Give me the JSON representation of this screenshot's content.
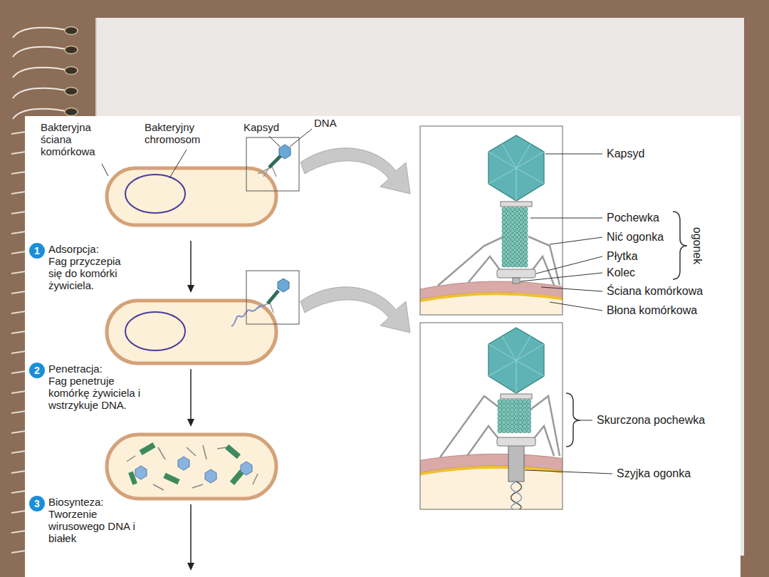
{
  "diagram": {
    "nodes": [
      {
        "text": [
          "1"
        ]
      },
      {
        "text": [
          "2"
        ]
      },
      {
        "text": [
          "3"
        ]
      }
    ],
    "labels": [
      "Bakteryjna ściana komórkowa",
      "Bakteryjny chromosom",
      "Kapsyd",
      "DNA",
      "Kapsyd",
      "Pochewka",
      "Nić ogonka",
      "ogonek",
      "Płytka",
      "Kolec",
      "Adsorpcja:",
      "Fag przyczepia się do komórki żywiciela.",
      "Ściana komórkowa",
      "Błona komórkowa",
      "Penetracja:",
      "Fag penetruje komórkę żywiciela i wstrzykuje DNA.",
      "Skurczona pochewka",
      "Szyjka ogonka",
      "Biosynteza:",
      "Tworzenie wirusowego DNA i białek"
    ]
  }
}
